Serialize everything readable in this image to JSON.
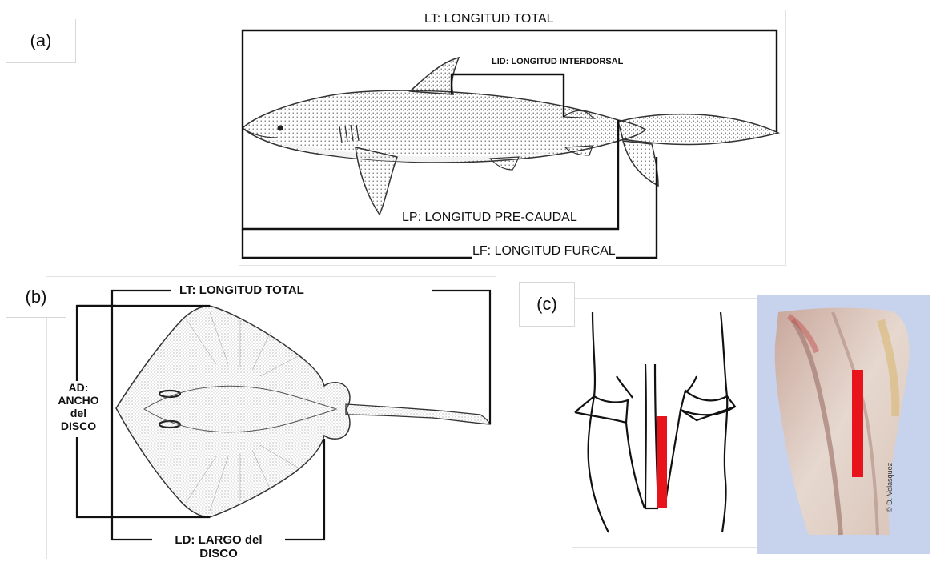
{
  "panels": {
    "a": {
      "tag": "(a)",
      "labels": {
        "total_length": "LT: LONGITUD TOTAL",
        "interdorsal_length": "LID: LONGITUD INTERDORSAL",
        "precaudal_length": "LP: LONGITUD PRE-CAUDAL",
        "fork_length": "LF: LONGITUD FURCAL"
      }
    },
    "b": {
      "tag": "(b)",
      "labels": {
        "total_length": "LT: LONGITUD TOTAL",
        "disc_width_line1": "AD:",
        "disc_width_line2": "ANCHO",
        "disc_width_line3": "del",
        "disc_width_line4": "DISCO",
        "disc_length_line1": "LD: LARGO del",
        "disc_length_line2": "DISCO"
      }
    },
    "c": {
      "tag": "(c)",
      "photo_credit": "© D. Velasquez"
    }
  },
  "colors": {
    "measure_line": "#111111",
    "highlight": "#e8141b",
    "photo_bg": "#c7d2ec"
  }
}
